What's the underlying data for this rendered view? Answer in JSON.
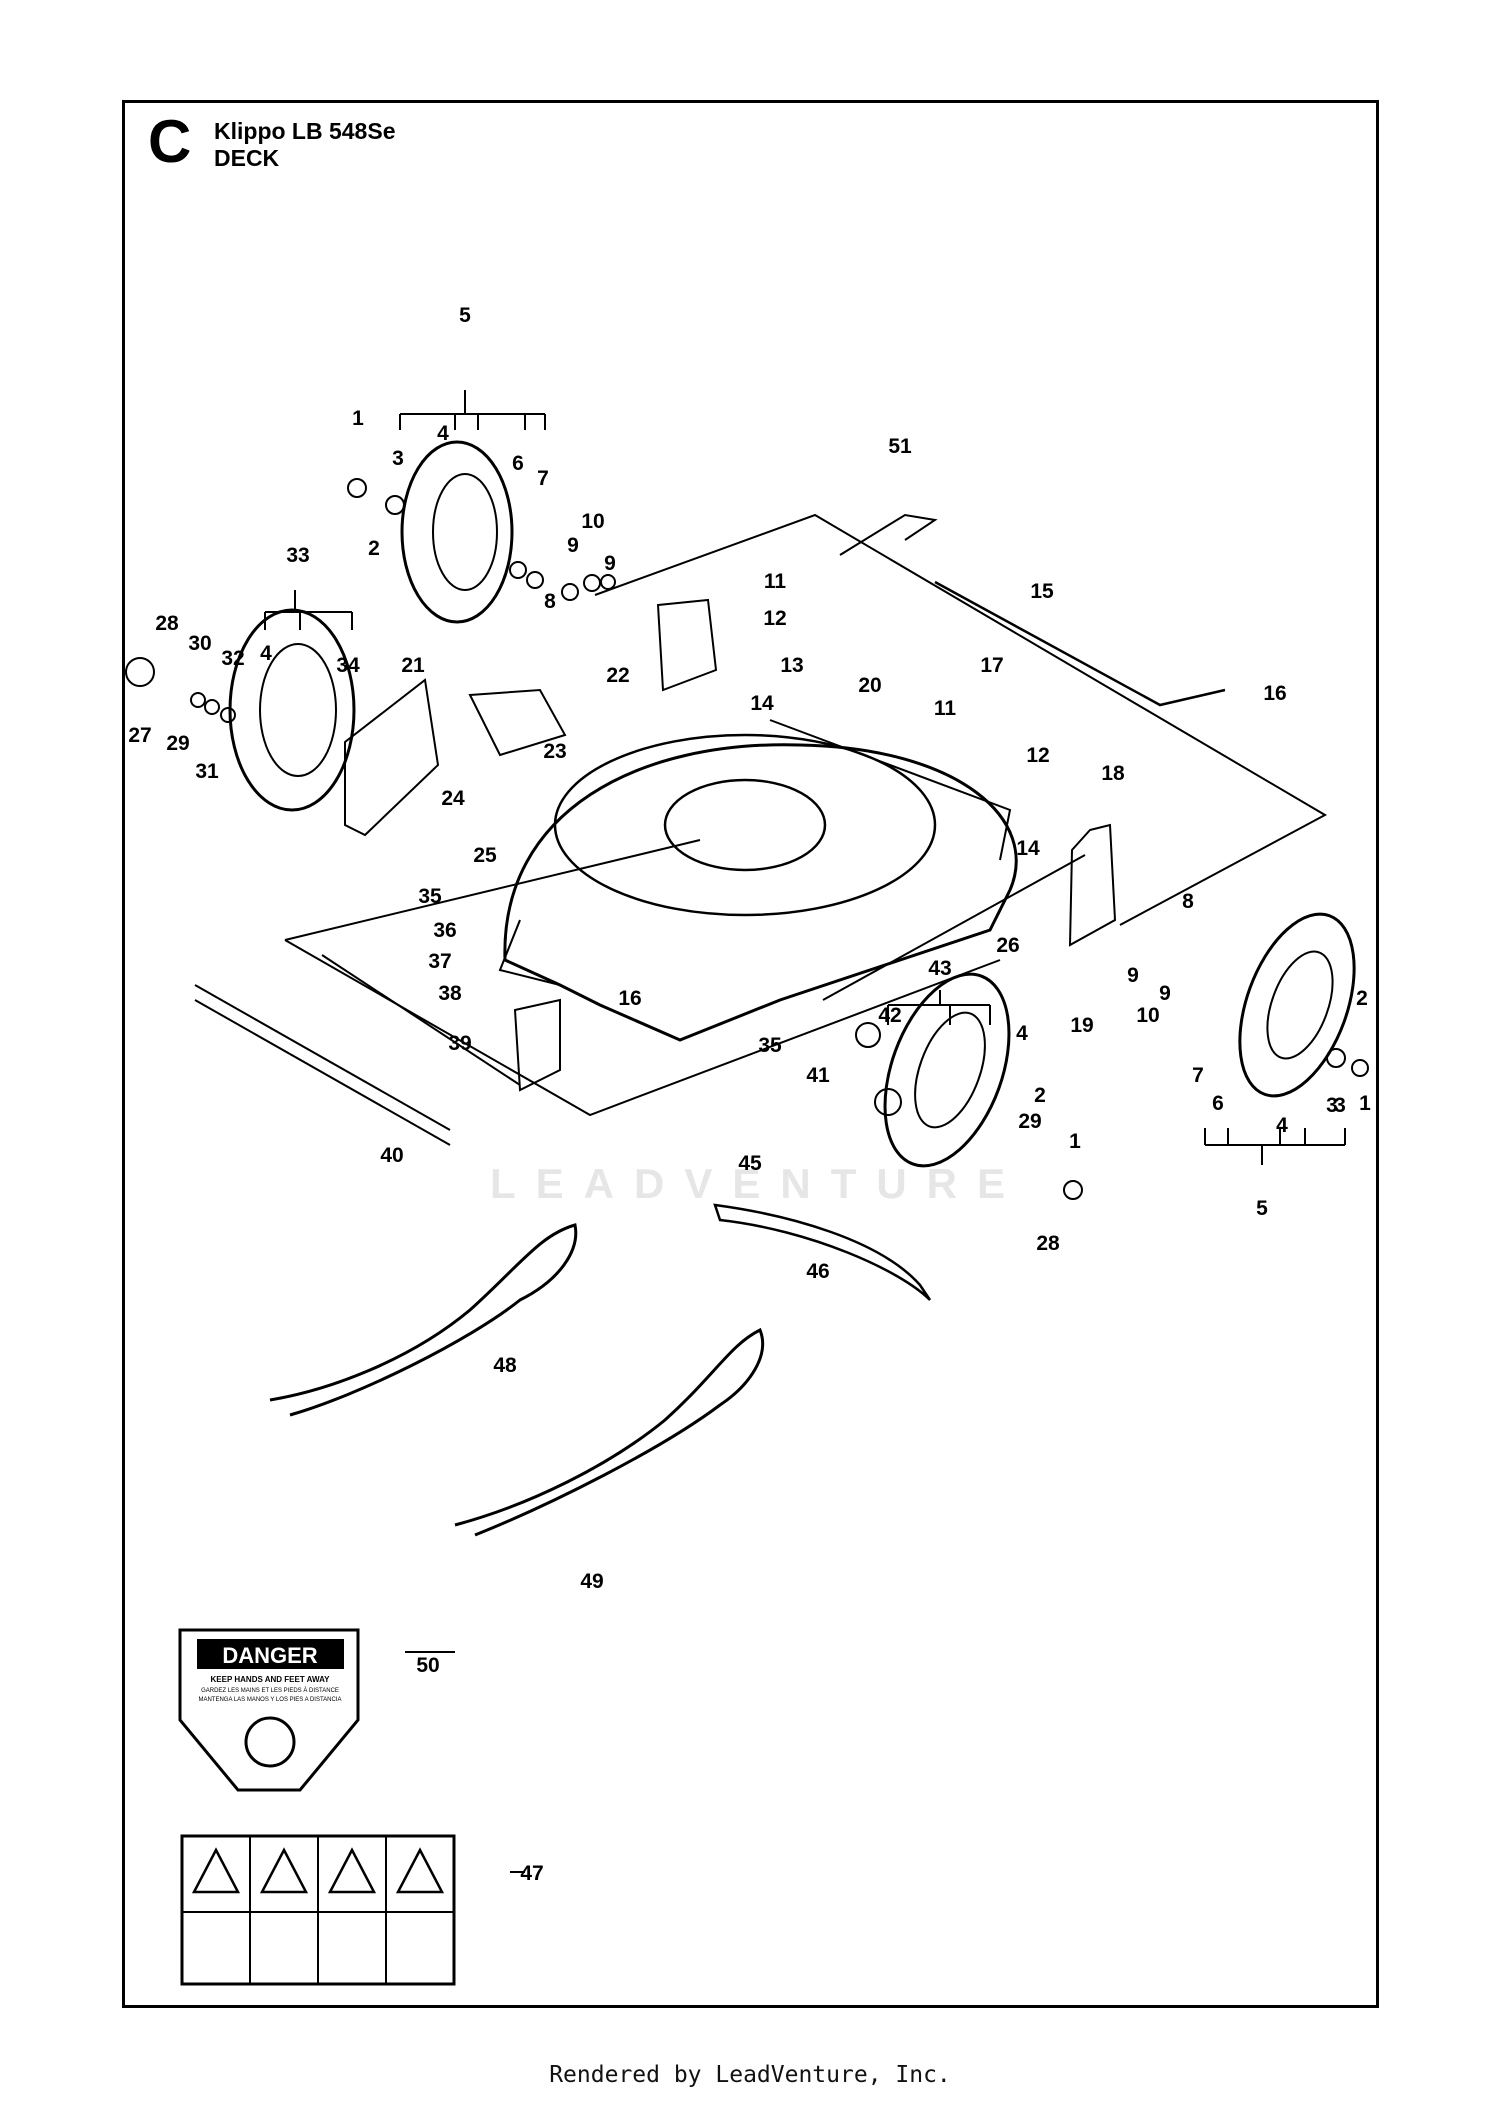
{
  "header": {
    "section_letter": "C",
    "model": "Klippo LB 548Se",
    "section": "DECK"
  },
  "callouts": [
    "1",
    "2",
    "3",
    "4",
    "5",
    "6",
    "7",
    "8",
    "9",
    "10",
    "11",
    "12",
    "13",
    "14",
    "15",
    "16",
    "17",
    "18",
    "19",
    "20",
    "21",
    "22",
    "23",
    "24",
    "25",
    "26",
    "27",
    "28",
    "29",
    "30",
    "31",
    "32",
    "33",
    "34",
    "35",
    "36",
    "37",
    "38",
    "39",
    "40",
    "41",
    "42",
    "43",
    "45",
    "46",
    "47",
    "48",
    "49",
    "50",
    "51"
  ],
  "decals": {
    "danger_title": "DANGER",
    "danger_line1": "KEEP HANDS AND FEET AWAY",
    "danger_line2": "GARDEZ LES MAINS ET LES PIEDS À DISTANCE",
    "danger_line3": "MANTENGA LAS MANOS Y LOS PIES A DISTANCIA"
  },
  "watermark": "LEADVENTURE",
  "footer": "Rendered by LeadVenture, Inc."
}
